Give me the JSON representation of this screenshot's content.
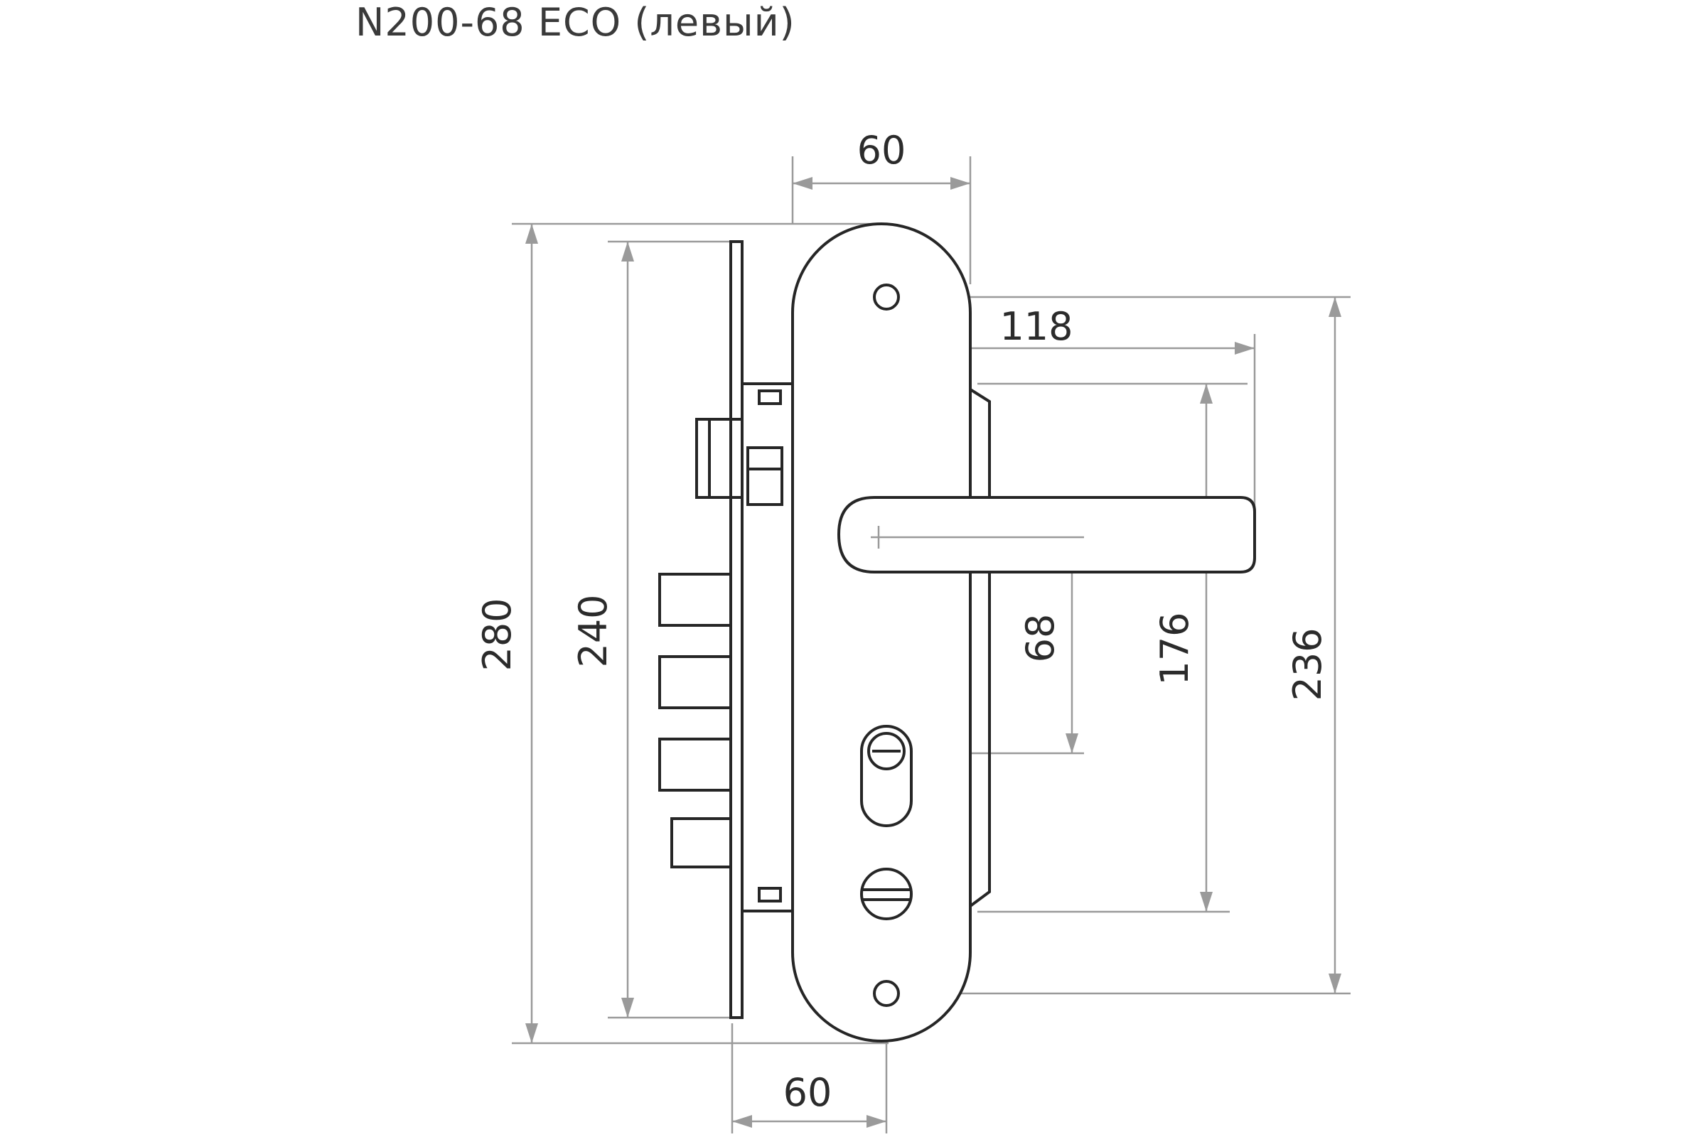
{
  "title": "N200-68 ECO (левый)",
  "dimensions": {
    "top_width": "60",
    "bottom_width": "60",
    "handle_length": "118",
    "overall_height": "280",
    "faceplate_height": "240",
    "handle_to_cylinder": "68",
    "handle_span": "176",
    "screw_span": "236"
  }
}
